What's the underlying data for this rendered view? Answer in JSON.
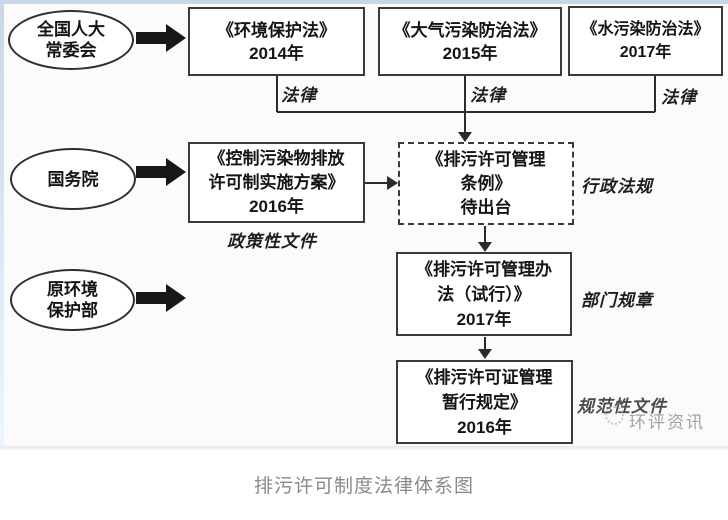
{
  "caption": "排污许可制度法律体系图",
  "watermark": {
    "text": "环评资讯"
  },
  "nodes": {
    "npc": {
      "line1": "全国人大",
      "line2": "常委会"
    },
    "state_council": {
      "line1": "国务院"
    },
    "former_mep": {
      "line1": "原环境",
      "line2": "保护部"
    },
    "ep_law": {
      "line1": "《环境保护法》",
      "line2": "2014年"
    },
    "air_law": {
      "line1": "《大气污染防治法》",
      "line2": "2015年"
    },
    "water_law": {
      "line1": "《水污染防治法》",
      "line2": "2017年"
    },
    "impl_plan": {
      "line1": "《控制污染物排放",
      "line2": "许可制实施方案》",
      "line3": "2016年"
    },
    "mgmt_regulation": {
      "line1": "《排污许可管理",
      "line2": "条例》",
      "line3": "待出台"
    },
    "mgmt_measures": {
      "line1": "《排污许可管理办",
      "line2": "法（试行）》",
      "line3": "2017年"
    },
    "interim_provisions": {
      "line1": "《排污许可证管理",
      "line2": "暂行规定》",
      "line3": "2016年"
    }
  },
  "labels": {
    "law1": "法律",
    "law2": "法律",
    "law3": "法律",
    "policy_doc": "政策性文件",
    "admin_regulation": "行政法规",
    "dept_rule": "部门规章",
    "normative_doc": "规范性文件"
  },
  "colors": {
    "strip": "#c9d6ea",
    "line": "#2b2b2b",
    "caption": "#8a8a8a",
    "watermark": "#9e9e9e"
  }
}
